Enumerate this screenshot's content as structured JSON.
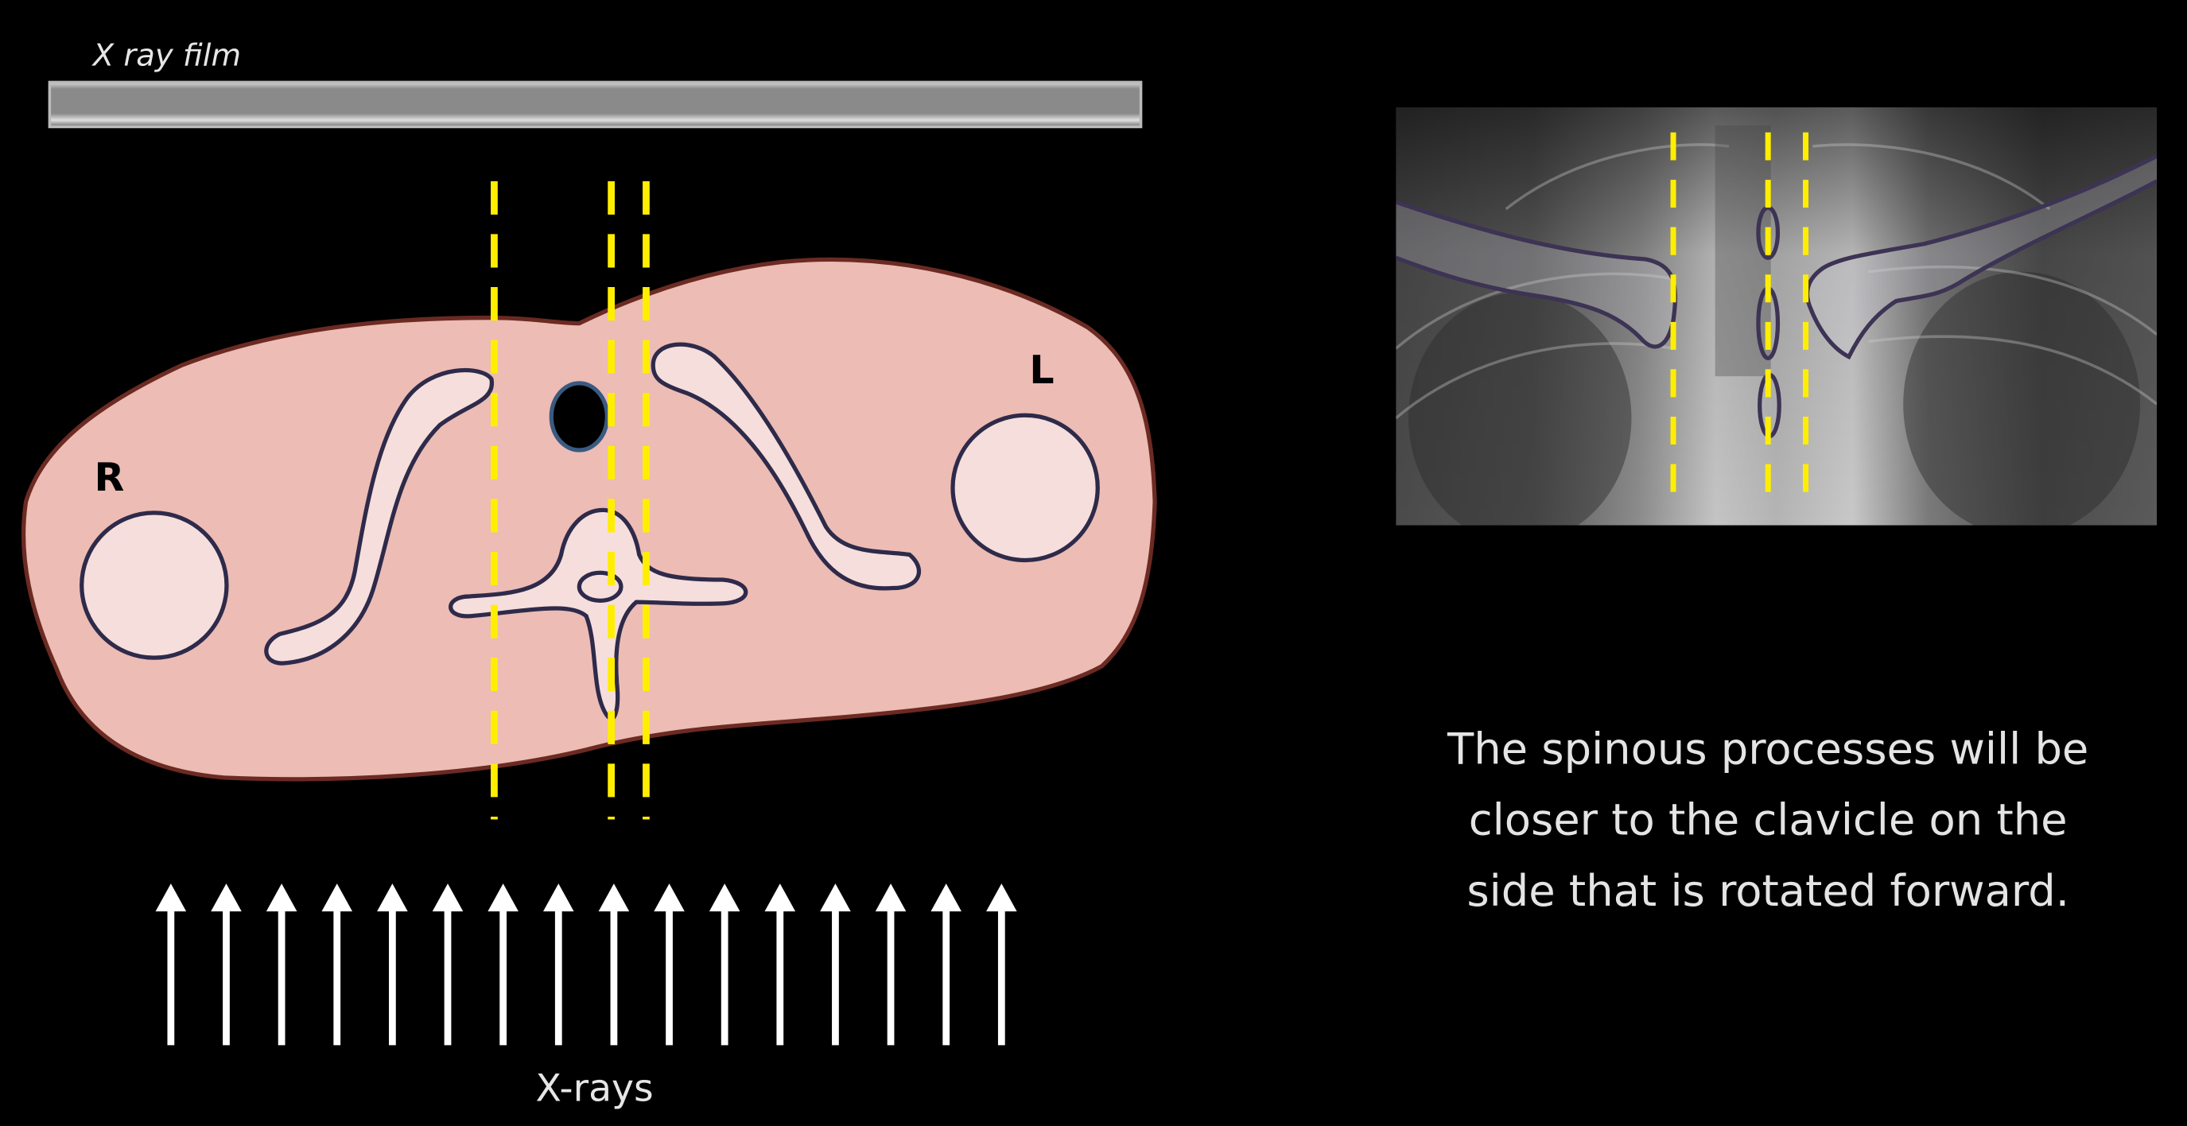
{
  "diagram": {
    "film_label": "X ray film",
    "right_label": "R",
    "left_label": "L",
    "xray_source_label": "X-rays",
    "arrow_count": 16
  },
  "explanation": {
    "lines": [
      "The spinous processes will be",
      "closer to the clavicle on the",
      "side that is rotated forward."
    ]
  },
  "colors": {
    "body_fill": "#ecbcb5",
    "body_stroke": "#6b2a22",
    "bone_fill": "#f5dedc",
    "bone_stroke": "#2e2a4a",
    "guide_line": "#ffee00",
    "clavicle_outline": "#3d3354"
  }
}
